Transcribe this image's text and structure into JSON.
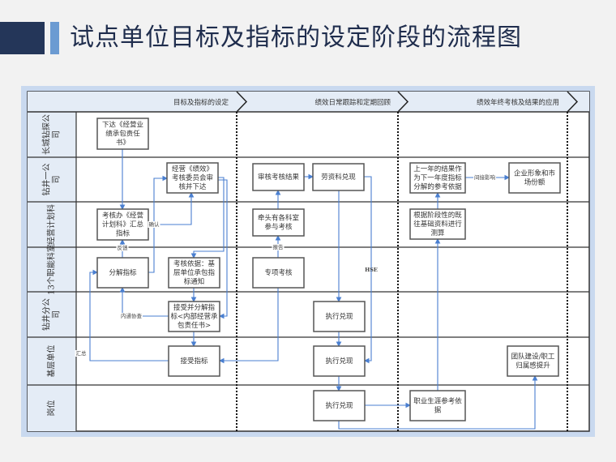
{
  "title": "试点单位目标及指标的设定阶段的流程图",
  "colors": {
    "title_block": "#243659",
    "title_accent": "#6b9bd2",
    "frame": "#c9d9ef",
    "lane_header": "#e4ecf6",
    "arrow": "#4a7fd0",
    "box_border": "#555555"
  },
  "phases": [
    {
      "label": "目标及指标的设定"
    },
    {
      "label": "绩效日常跟踪和定期回顾"
    },
    {
      "label": "绩效年终考核及结果的应用"
    }
  ],
  "lanes": [
    {
      "label_lines": [
        "长城钻探公",
        "司"
      ]
    },
    {
      "label_lines": [
        "钻井一公",
        "司"
      ]
    },
    {
      "label_lines": [
        "经营计划科"
      ]
    },
    {
      "label_lines": [
        "13个职能科室"
      ]
    },
    {
      "label_lines": [
        "钻井分公",
        "司"
      ]
    },
    {
      "label_lines": [
        "基层单位"
      ]
    },
    {
      "label_lines": [
        "岗位"
      ]
    }
  ],
  "boxes": {
    "issue_contract": [
      "下达《经营业",
      "绩承包责任",
      "书》"
    ],
    "committee_review": [
      "经营《绩效》",
      "考核委员会审",
      "核并下达"
    ],
    "plan_summary": [
      "考核办《经营",
      "计划科》汇总",
      "指标"
    ],
    "decompose": [
      "分解指标"
    ],
    "basis_notice": [
      "考核依据：基",
      "层单位承包指",
      "标通知"
    ],
    "accept_decompose": [
      "接受并分解指",
      "标<内部经营承",
      "包责任书>"
    ],
    "accept_target": [
      "接受指标"
    ],
    "review_result": [
      "审核考核结果"
    ],
    "labor_fulfill": [
      "劳资科兑现"
    ],
    "lead_dept": [
      "牵头有各科室",
      "参与考核"
    ],
    "special_check": [
      "专项考核"
    ],
    "exec_1": [
      "执行兑现"
    ],
    "exec_2": [
      "执行兑现"
    ],
    "exec_3": [
      "执行兑现"
    ],
    "prev_year": [
      "上一年的结果作",
      "为下一年度指标",
      "分解的参考依据"
    ],
    "image_share": [
      "企业形象和市",
      "场份额"
    ],
    "measure": [
      "根据阶段性的既",
      "往基础资料进行",
      "测算"
    ],
    "career": [
      "职业生涯参考依",
      "据"
    ],
    "team": [
      "团队建设/职工",
      "归属感提升"
    ]
  },
  "edge_labels": {
    "confirm": "确认",
    "feedback": "反馈",
    "internal": "内通协查",
    "summary": "汇总",
    "report": "报告",
    "indirect": "间接影响",
    "hse": "HSE"
  }
}
